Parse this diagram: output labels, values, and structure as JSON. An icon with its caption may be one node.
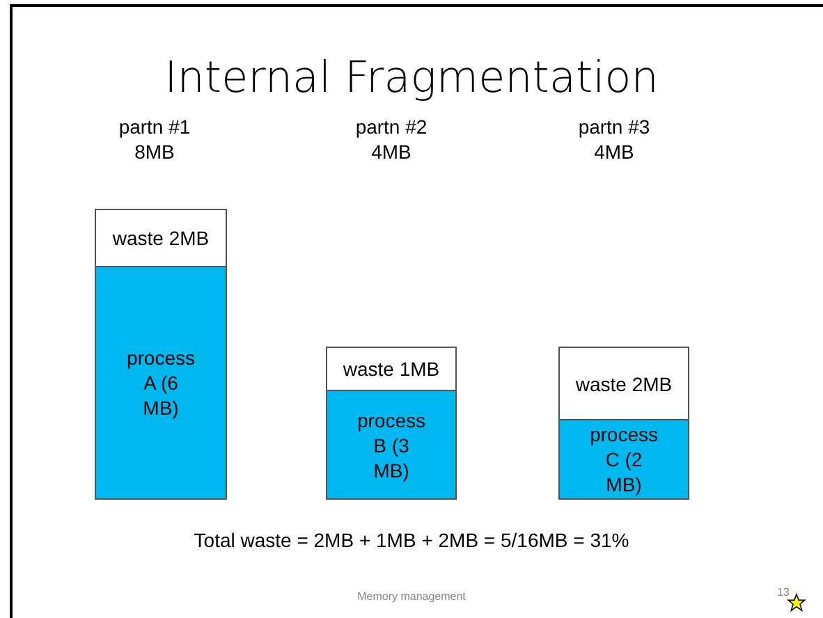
{
  "diagram": {
    "title": "Internal Fragmentation",
    "nodes": [
      {
        "text": [
          "waste 2MB"
        ]
      },
      {
        "text": [
          "process A (6 MB)"
        ]
      },
      {
        "text": [
          "waste 1MB"
        ]
      },
      {
        "text": [
          "process B (3 MB)"
        ]
      },
      {
        "text": [
          "waste 2MB"
        ]
      },
      {
        "text": [
          "process C (2 MB)"
        ]
      }
    ],
    "edges": [],
    "labels": [
      "partn #1 8MB",
      "partn #2 4MB",
      "partn #3 4MB",
      "Total waste = 2MB + 1MB + 2MB = 5/16MB = 31%",
      "Memory management",
      "13"
    ]
  }
}
